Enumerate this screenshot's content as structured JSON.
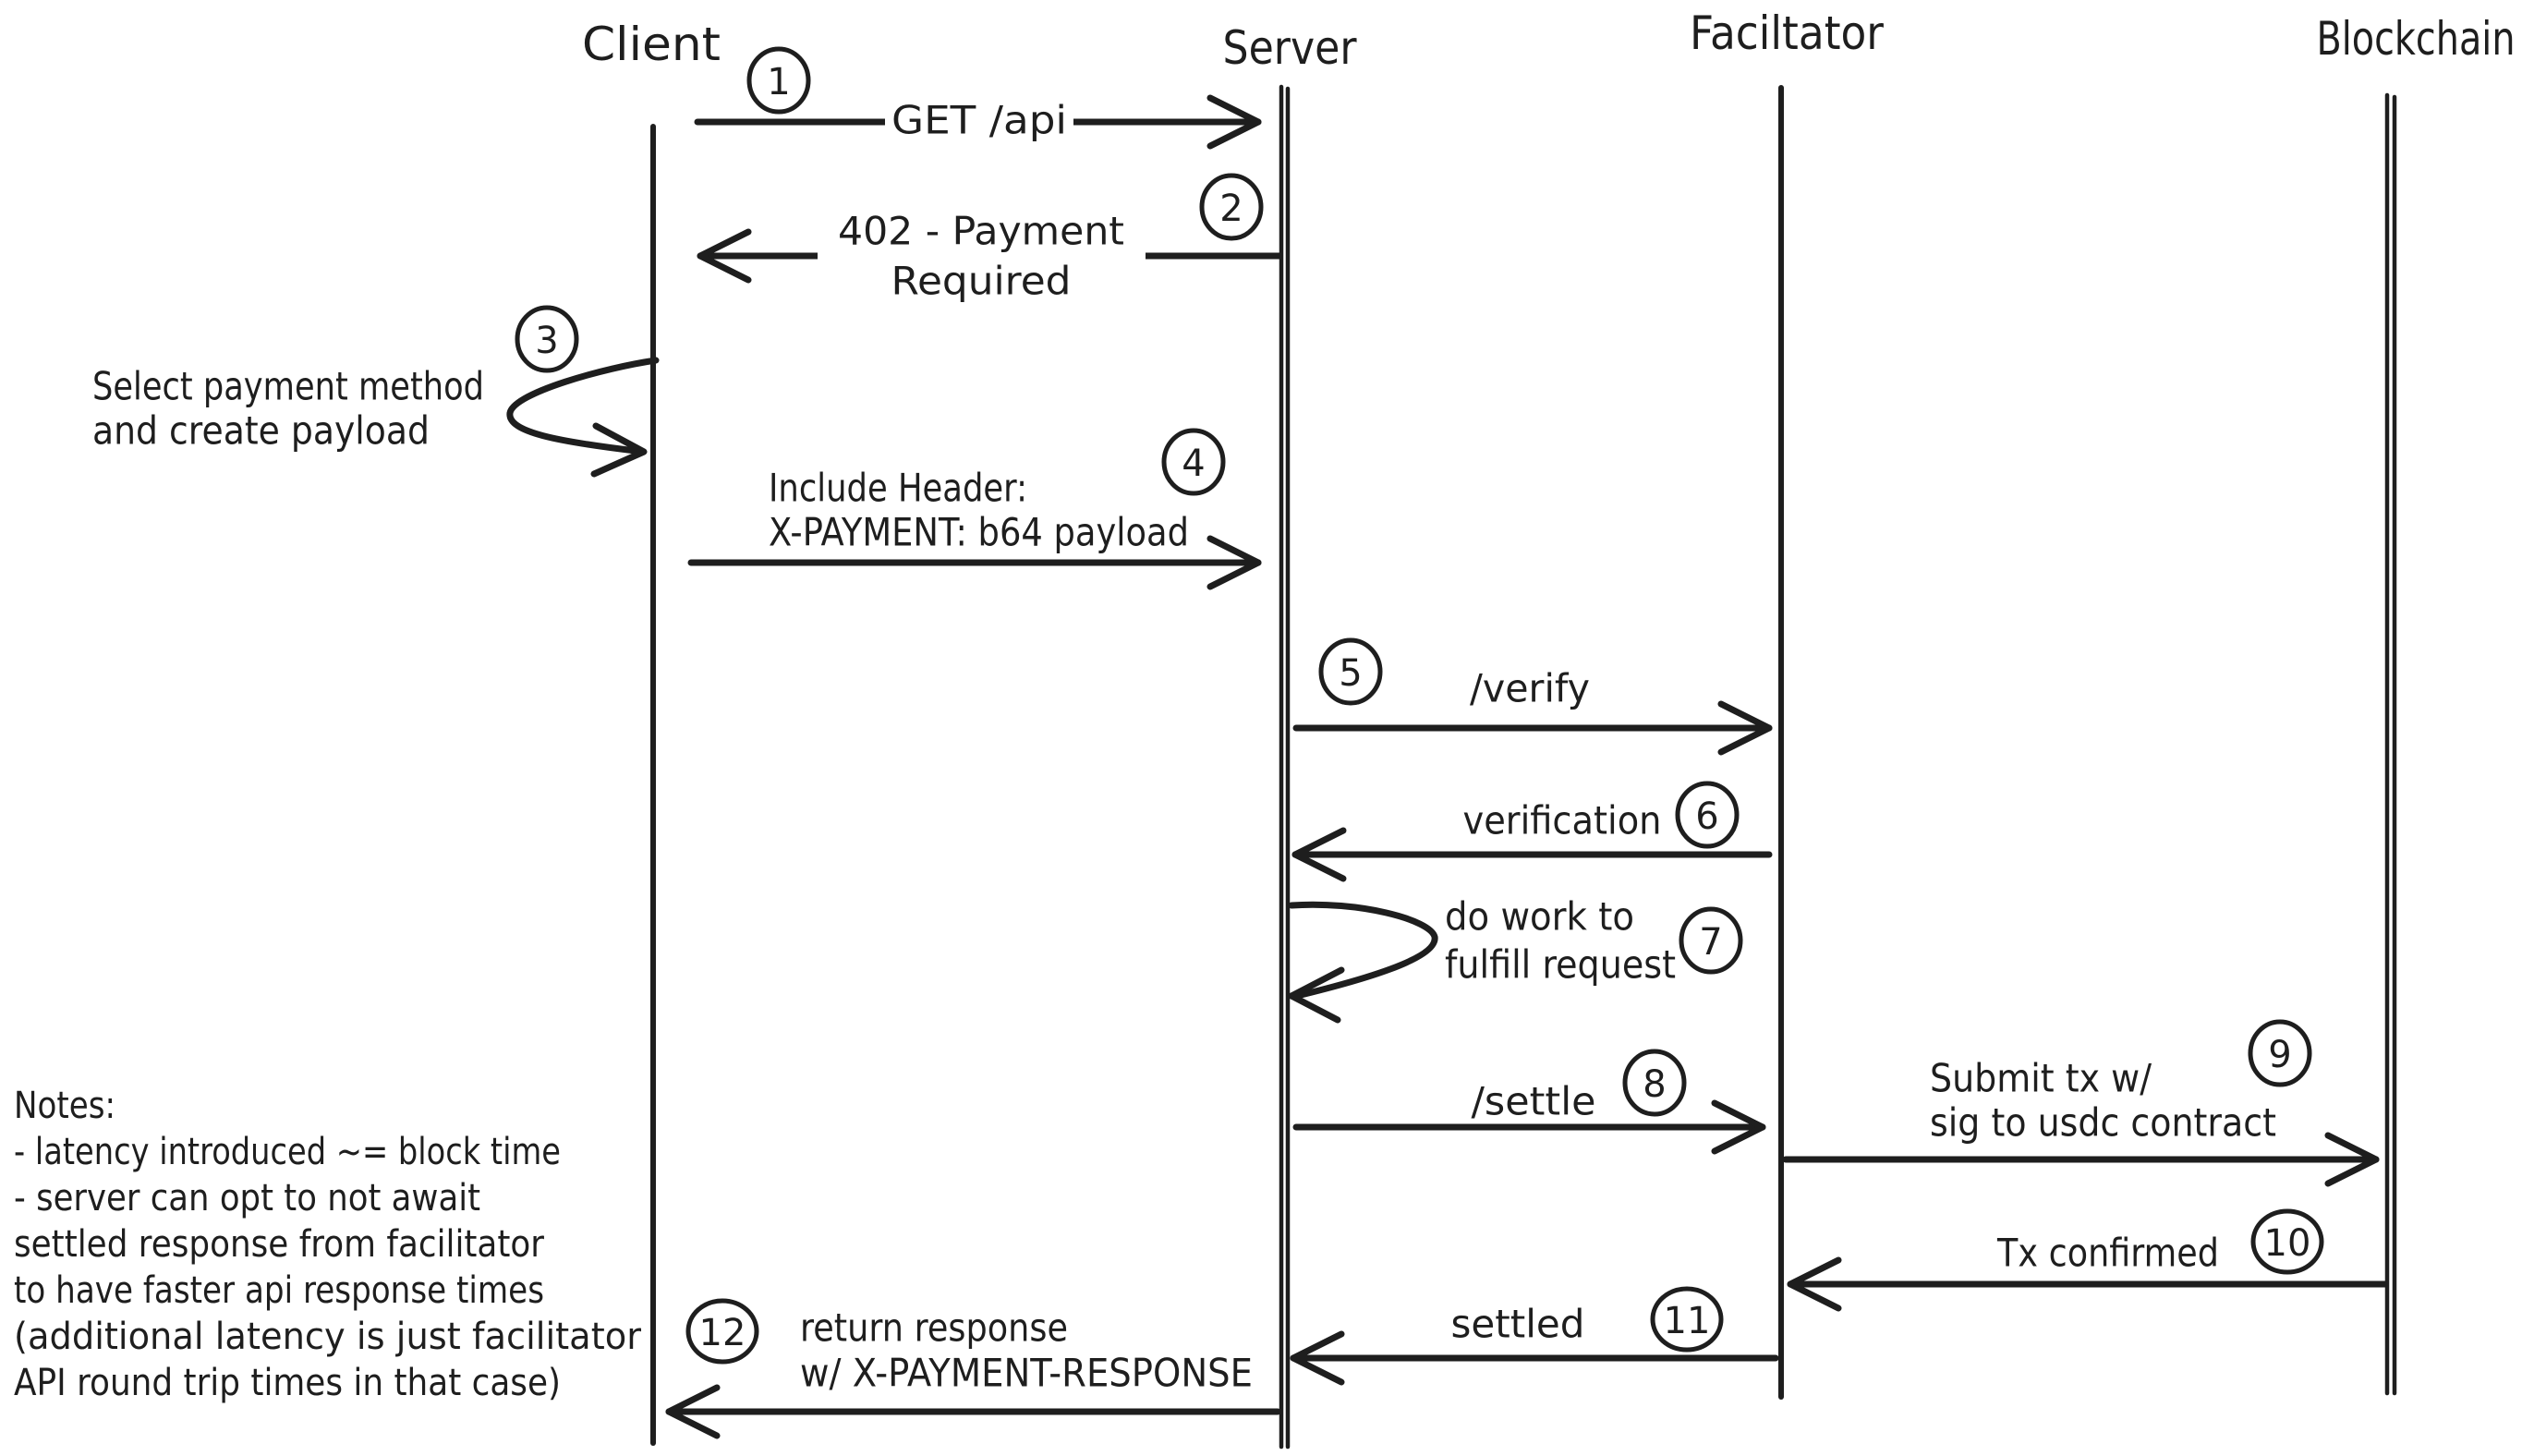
{
  "colors": {
    "ink": "#1e1e1e",
    "background": "#ffffff"
  },
  "actors": [
    {
      "id": "client",
      "label": "Client"
    },
    {
      "id": "server",
      "label": "Server"
    },
    {
      "id": "facilitator",
      "label": "Faciltator"
    },
    {
      "id": "blockchain",
      "label": "Blockchain"
    }
  ],
  "messages": [
    {
      "step": "1",
      "label": "GET /api",
      "from": "Client",
      "to": "Server"
    },
    {
      "step": "2",
      "lines": [
        "402 - Payment",
        "Required"
      ],
      "from": "Server",
      "to": "Client"
    },
    {
      "step": "3",
      "lines": [
        "Select payment method",
        "and create payload"
      ],
      "type": "self",
      "actor": "Client"
    },
    {
      "step": "4",
      "lines": [
        "Include Header:",
        "X-PAYMENT: b64 payload"
      ],
      "from": "Client",
      "to": "Server"
    },
    {
      "step": "5",
      "label": "/verify",
      "from": "Server",
      "to": "Facilitator"
    },
    {
      "step": "6",
      "label": "verification",
      "from": "Facilitator",
      "to": "Server"
    },
    {
      "step": "7",
      "lines": [
        "do work to",
        "fulfill request"
      ],
      "type": "self",
      "actor": "Server"
    },
    {
      "step": "8",
      "label": "/settle",
      "from": "Server",
      "to": "Facilitator"
    },
    {
      "step": "9",
      "lines": [
        "Submit tx w/",
        "sig to usdc contract"
      ],
      "from": "Facilitator",
      "to": "Blockchain"
    },
    {
      "step": "10",
      "label": "Tx confirmed",
      "from": "Blockchain",
      "to": "Facilitator"
    },
    {
      "step": "11",
      "label": "settled",
      "from": "Facilitator",
      "to": "Server"
    },
    {
      "step": "12",
      "lines": [
        "return response",
        "w/ X-PAYMENT-RESPONSE"
      ],
      "from": "Server",
      "to": "Client"
    }
  ],
  "notes": {
    "lines": [
      "Notes:",
      "- latency introduced ~= block time",
      "- server can opt to not await",
      "settled response from facilitator",
      "to have faster api response times",
      "(additional latency is just facilitator",
      "API round trip times in that case)"
    ]
  }
}
